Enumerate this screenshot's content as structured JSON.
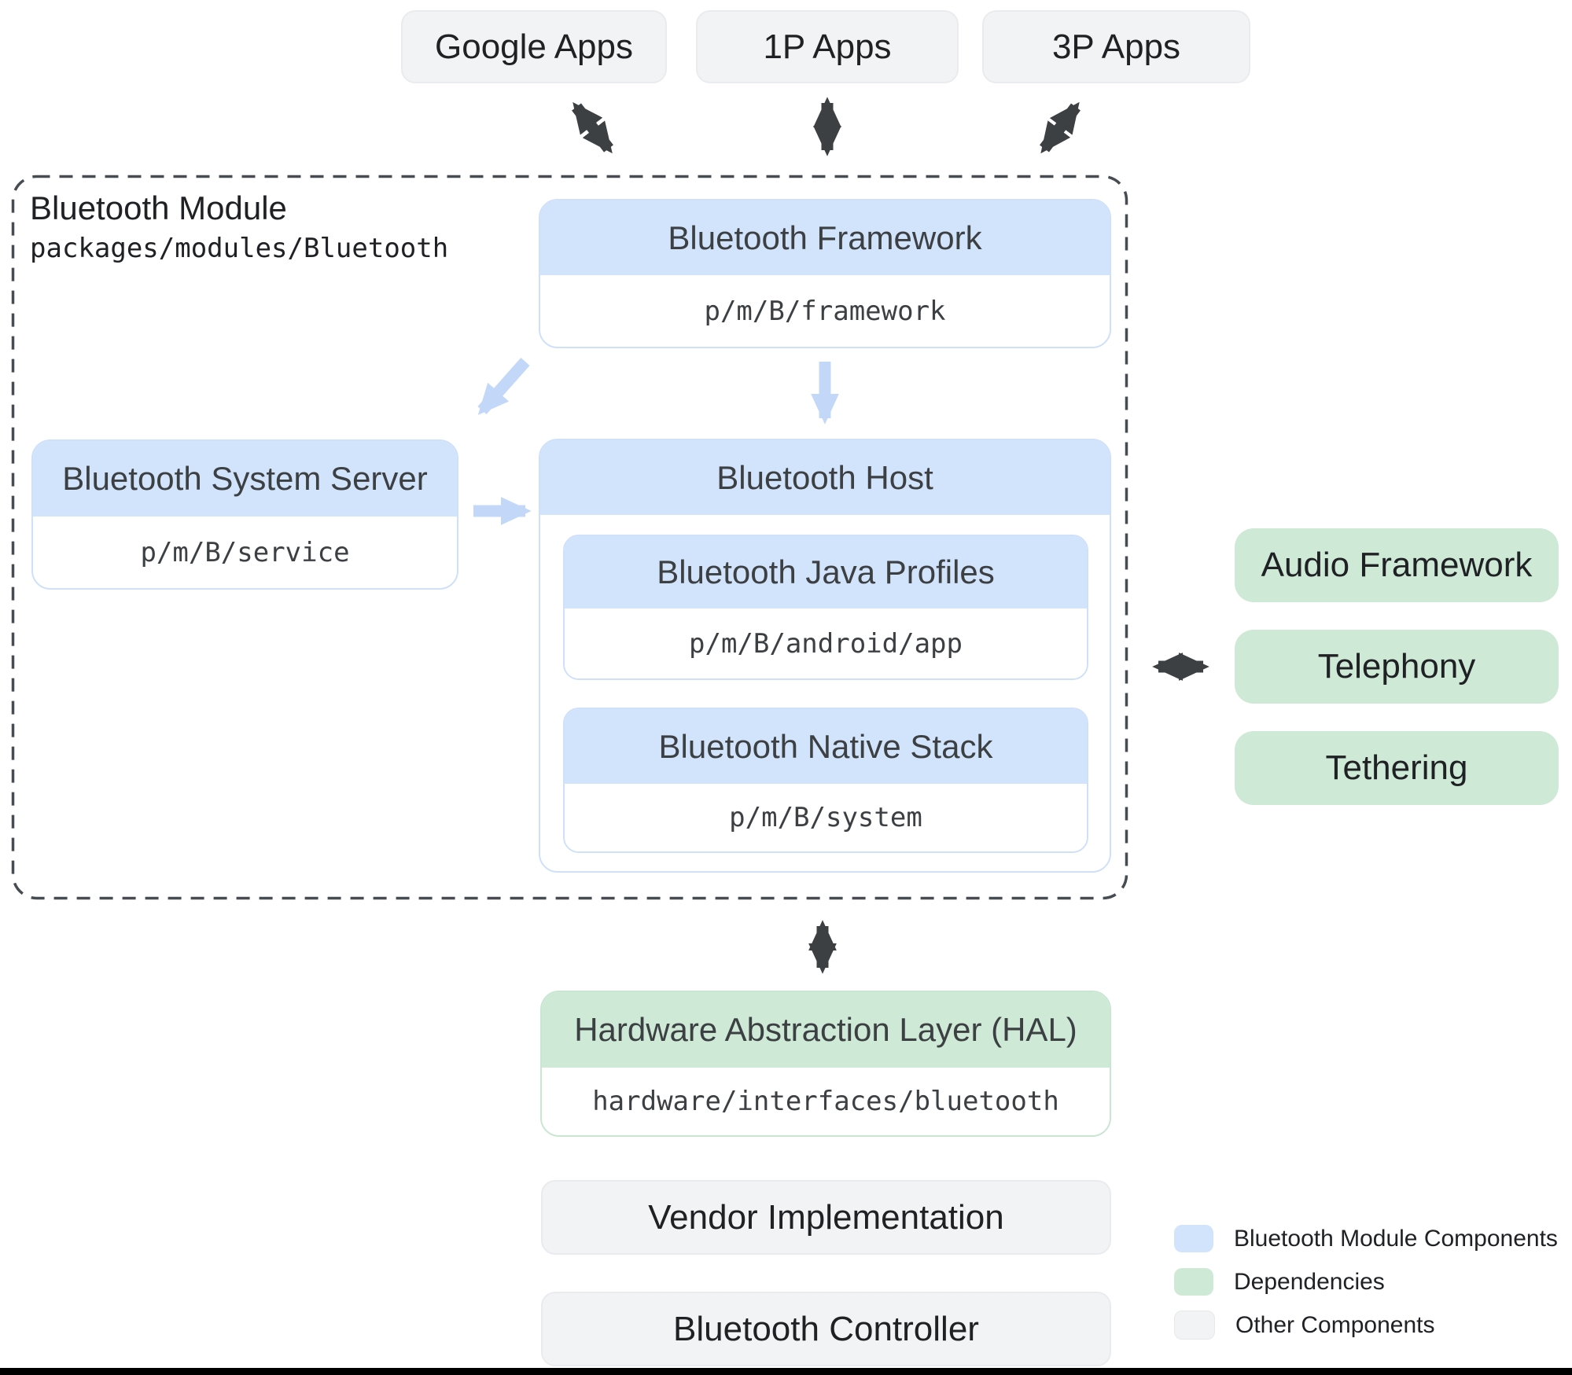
{
  "top_apps": {
    "google": "Google Apps",
    "first_party": "1P Apps",
    "third_party": "3P Apps"
  },
  "module": {
    "title": "Bluetooth Module",
    "path": "packages/modules/Bluetooth",
    "framework": {
      "title": "Bluetooth Framework",
      "path": "p/m/B/framework"
    },
    "system_server": {
      "title": "Bluetooth System Server",
      "path": "p/m/B/service"
    },
    "host": {
      "title": "Bluetooth Host",
      "java_profiles": {
        "title": "Bluetooth Java Profiles",
        "path": "p/m/B/android/app"
      },
      "native_stack": {
        "title": "Bluetooth Native Stack",
        "path": "p/m/B/system"
      }
    }
  },
  "dependencies": {
    "audio": "Audio Framework",
    "telephony": "Telephony",
    "tethering": "Tethering"
  },
  "hal": {
    "title": "Hardware Abstraction Layer (HAL)",
    "path": "hardware/interfaces/bluetooth"
  },
  "other_components": {
    "vendor": "Vendor Implementation",
    "controller": "Bluetooth Controller"
  },
  "legend": {
    "module_components": {
      "label": "Bluetooth Module Components",
      "color": "#d2e3fc"
    },
    "dependencies": {
      "label": "Dependencies",
      "color": "#ceead6"
    },
    "other": {
      "label": "Other Components",
      "color": "#f1f3f4"
    }
  },
  "colors": {
    "module_fill": "#d2e3fc",
    "dependency_fill": "#ceead6",
    "other_fill": "#f2f3f5",
    "dark_arrow": "#3c4043",
    "light_arrow": "#c3d8f8",
    "text_dark": "#202124",
    "text_gray": "#3c4043"
  }
}
